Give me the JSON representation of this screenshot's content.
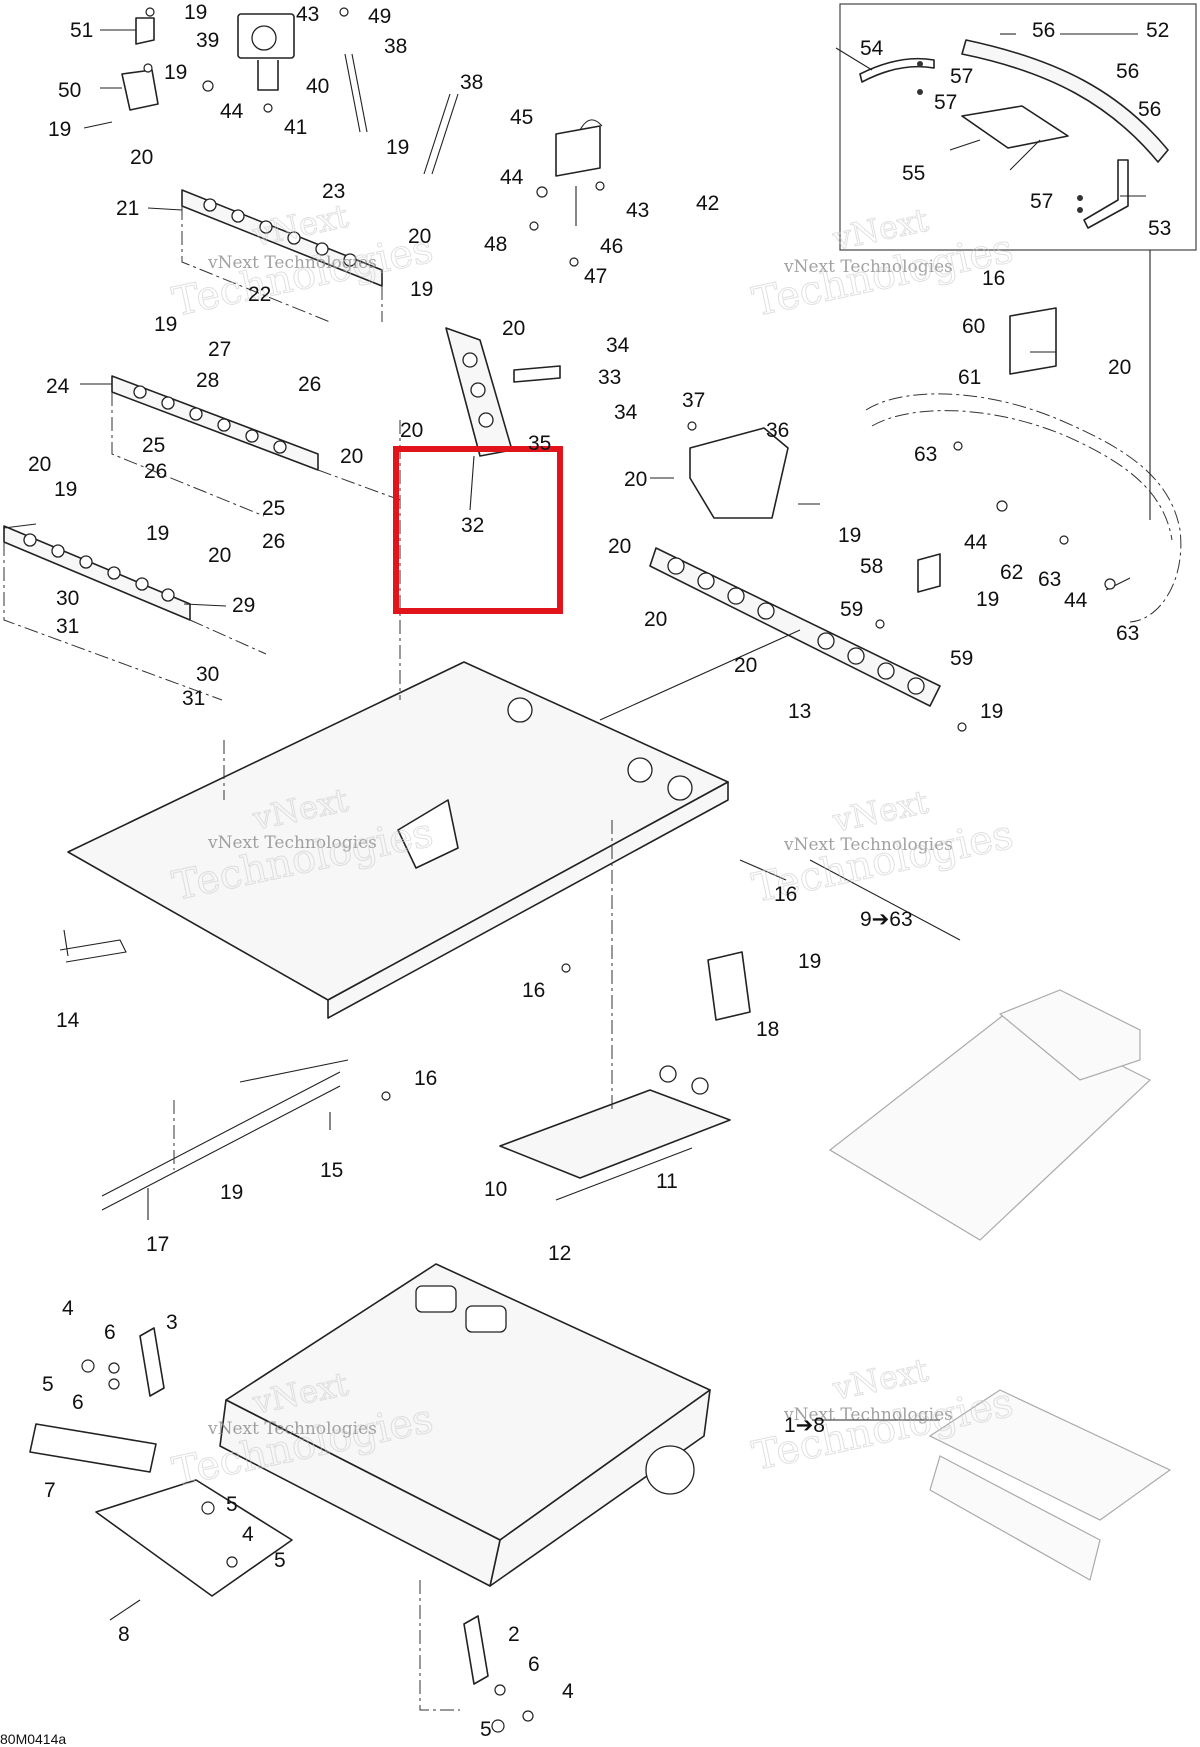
{
  "diagram": {
    "ref_code": "80M0414a",
    "highlighted_part": "32",
    "highlight_color": "#e1141b",
    "watermark": {
      "line1": "vNext Technologies",
      "line2": "vNext",
      "line3": "Technologies"
    },
    "callouts": {
      "c1": "51",
      "c2": "19",
      "c3": "39",
      "c4": "43",
      "c5": "49",
      "c6": "38",
      "c7": "50",
      "c8": "19",
      "c9": "44",
      "c10": "40",
      "c11": "41",
      "c12": "38",
      "c13": "19",
      "c14": "19",
      "c15": "45",
      "c16": "20",
      "c17": "21",
      "c18": "23",
      "c19": "44",
      "c20": "43",
      "c21": "42",
      "c22": "48",
      "c23": "46",
      "c24": "47",
      "c25": "20",
      "c26": "22",
      "c27": "19",
      "c28": "20",
      "c29": "19",
      "c30": "34",
      "c31": "33",
      "c32": "34",
      "c33": "27",
      "c34": "26",
      "c35": "28",
      "c36": "24",
      "c37": "25",
      "c38": "26",
      "c39": "25",
      "c40": "26",
      "c41": "20",
      "c42": "20",
      "c43": "35",
      "c44": "32",
      "c45": "20",
      "c46": "19",
      "c47": "20",
      "c48": "19",
      "c49": "29",
      "c50": "30",
      "c51": "31",
      "c52": "30",
      "c53": "31",
      "c54": "54",
      "c55": "56",
      "c56": "52",
      "c57": "57",
      "c58": "56",
      "c59": "57",
      "c60": "56",
      "c61": "55",
      "c62": "57",
      "c63": "53",
      "c64": "16",
      "c65": "60",
      "c66": "20",
      "c67": "61",
      "c68": "37",
      "c69": "36",
      "c70": "63",
      "c71": "20",
      "c72": "44",
      "c73": "19",
      "c74": "20",
      "c75": "58",
      "c76": "62",
      "c77": "63",
      "c78": "44",
      "c79": "59",
      "c80": "19",
      "c81": "20",
      "c82": "59",
      "c83": "63",
      "c84": "20",
      "c85": "13",
      "c86": "19",
      "c87": "16",
      "c88": "9➔63",
      "c89": "14",
      "c90": "16",
      "c91": "19",
      "c92": "18",
      "c93": "16",
      "c94": "15",
      "c95": "19",
      "c96": "10",
      "c97": "11",
      "c98": "17",
      "c99": "12",
      "c100": "4",
      "c101": "6",
      "c102": "3",
      "c103": "5",
      "c104": "6",
      "c105": "7",
      "c106": "5",
      "c107": "4",
      "c108": "5",
      "c109": "8",
      "c110": "1➔8",
      "c111": "2",
      "c112": "6",
      "c113": "4",
      "c114": "5"
    }
  }
}
